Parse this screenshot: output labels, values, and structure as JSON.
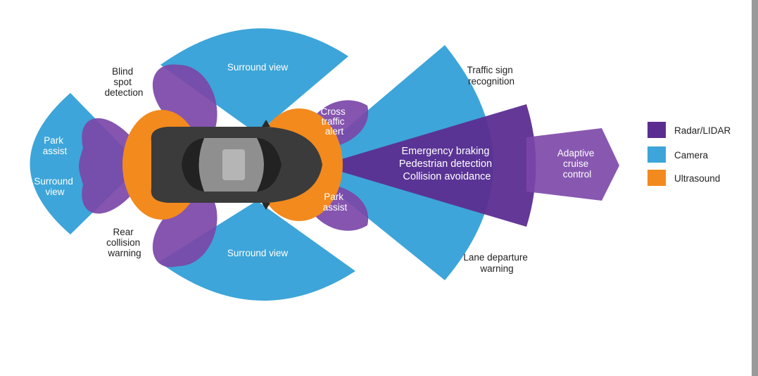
{
  "colors": {
    "radar": "#5c2d91",
    "radar_light": "#7b46a8",
    "camera": "#3da5d9",
    "ultrasound": "#f28a1e",
    "car_body": "#3b3b3b"
  },
  "zones": {
    "surround_view_top": [
      "Surround view"
    ],
    "surround_view_bottom": [
      "Surround view"
    ],
    "surround_view_left": [
      "Surround",
      "view"
    ],
    "park_assist_left": [
      "Park",
      "assist"
    ],
    "park_assist_front": [
      "Park",
      "assist"
    ],
    "cross_traffic_alert": [
      "Cross",
      "traffic",
      "alert"
    ],
    "front_radar": [
      "Emergency braking",
      "Pedestrian detection",
      "Collision avoidance"
    ],
    "adaptive_cruise": [
      "Adaptive",
      "cruise",
      "control"
    ]
  },
  "callouts": {
    "blind_spot": [
      "Blind",
      "spot",
      "detection"
    ],
    "rear_collision": [
      "Rear",
      "collision",
      "warning"
    ],
    "traffic_sign": [
      "Traffic sign",
      "recognition"
    ],
    "lane_departure": [
      "Lane departure",
      "warning"
    ]
  },
  "legend": [
    {
      "label": "Radar/LIDAR",
      "color": "#5c2d91"
    },
    {
      "label": "Camera",
      "color": "#3da5d9"
    },
    {
      "label": "Ultrasound",
      "color": "#f28a1e"
    }
  ]
}
